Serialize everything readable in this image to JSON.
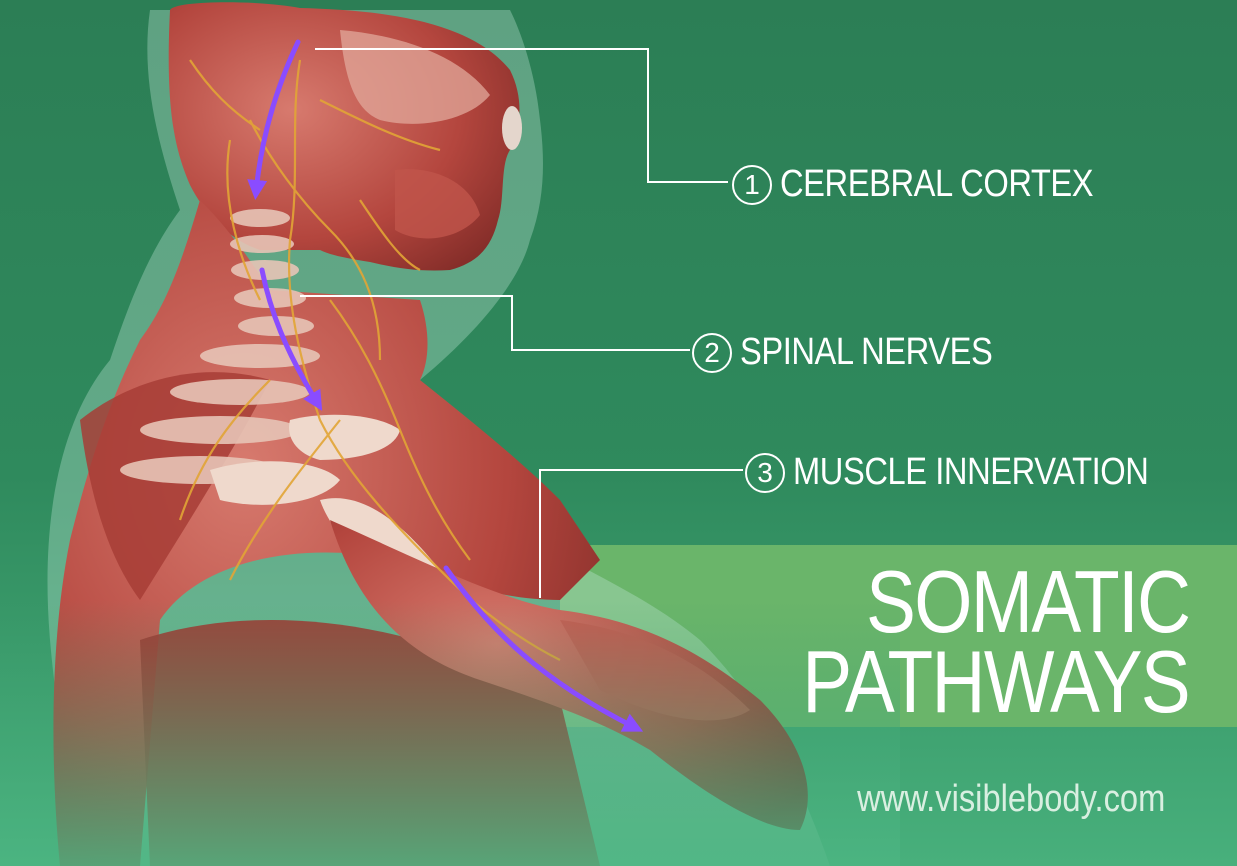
{
  "labels": [
    {
      "number": "1",
      "text": "CEREBRAL CORTEX"
    },
    {
      "number": "2",
      "text": "SPINAL NERVES"
    },
    {
      "number": "3",
      "text": "MUSCLE INNERVATION"
    }
  ],
  "title": {
    "line1": "SOMATIC",
    "line2": "PATHWAYS"
  },
  "website": "www.visiblebody.com",
  "colors": {
    "background": "#2f8a5e",
    "title_band": "#6ab56a",
    "arrow": "#8a4cff",
    "muscle": "#b8463f",
    "nerve": "#d9a23a"
  }
}
